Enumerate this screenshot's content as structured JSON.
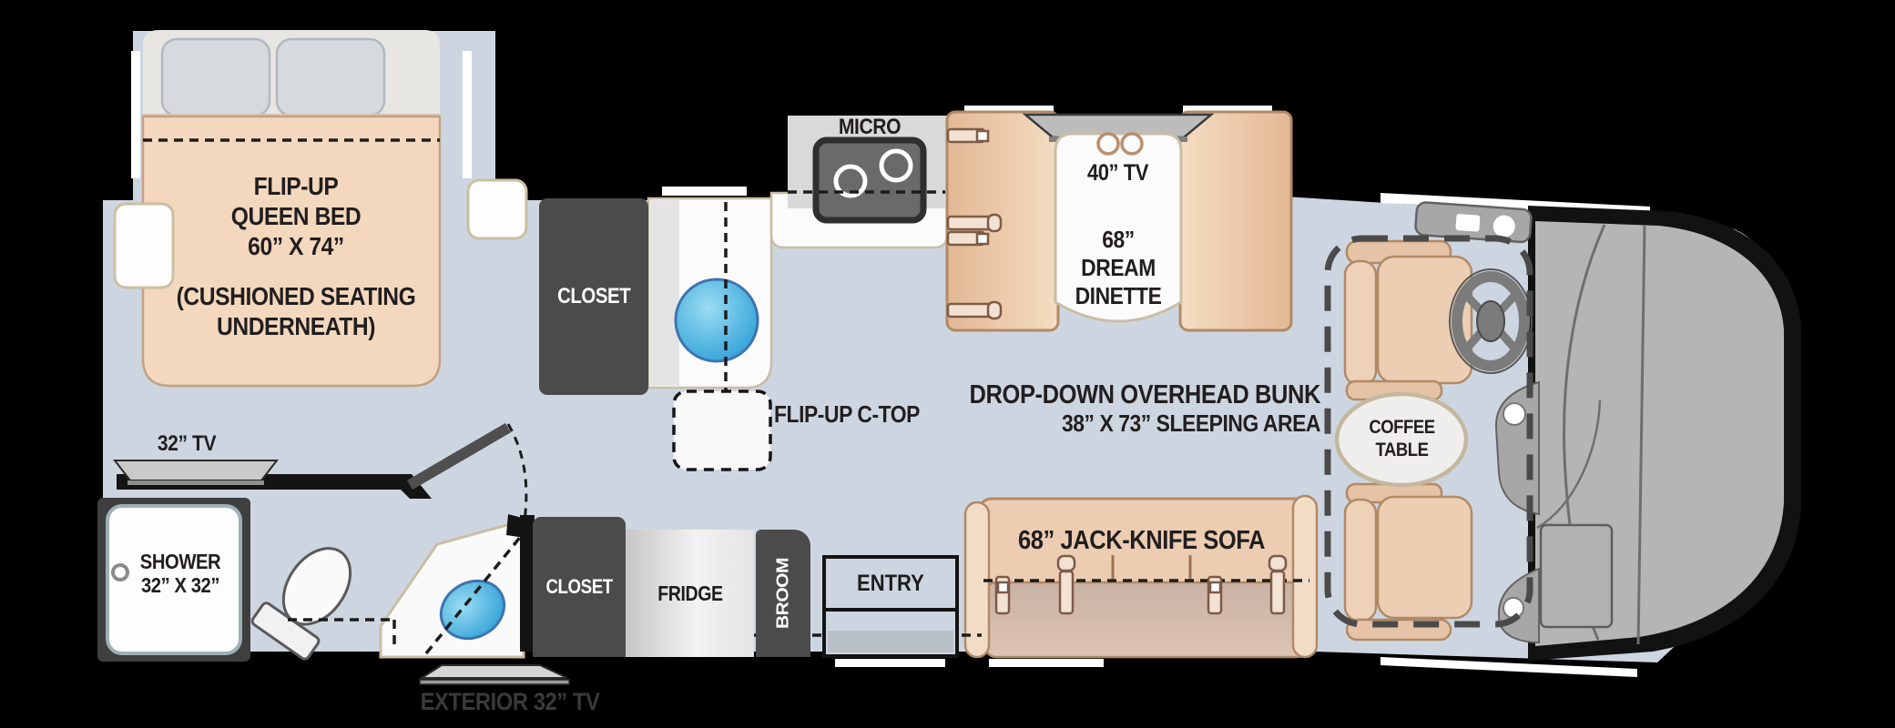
{
  "bedroom": {
    "bed_line1": "FLIP-UP",
    "bed_line2": "QUEEN BED",
    "bed_line3": "60” X 74”",
    "bed_line4": "(CUSHIONED SEATING",
    "bed_line5": "UNDERNEATH)",
    "tv_label": "32” TV",
    "closet_label": "CLOSET"
  },
  "bathroom": {
    "shower_line1": "SHOWER",
    "shower_line2": "32” X 32”"
  },
  "kitchen": {
    "micro_label": "MICRO",
    "ctop_label": "FLIP-UP C-TOP",
    "closet_label": "CLOSET",
    "fridge_label": "FRIDGE",
    "broom_label": "BROOM"
  },
  "dinette": {
    "tv_label": "40” TV",
    "line1": "68”",
    "line2": "DREAM",
    "line3": "DINETTE"
  },
  "living": {
    "bunk_line1": "DROP-DOWN OVERHEAD BUNK",
    "bunk_line2": "38” X 73” SLEEPING AREA",
    "sofa_label": "68” JACK-KNIFE SOFA",
    "entry_label": "ENTRY"
  },
  "cab": {
    "coffee_line1": "COFFEE",
    "coffee_line2": "TABLE"
  },
  "exterior": {
    "tv_label": "EXTERIOR 32” TV"
  },
  "colors": {
    "background": "#000000",
    "floor": "#cdd6e0",
    "wall": "#161616",
    "cushion_tan": "#eccdb2",
    "bed_tan": "#f3d8be",
    "cabinet_dark": "#4b4b4b",
    "counter_white": "#fbfbfb",
    "sink_blue": "#35a9de",
    "nose_gray": "#b5b5b5",
    "window_white": "#ffffff"
  }
}
